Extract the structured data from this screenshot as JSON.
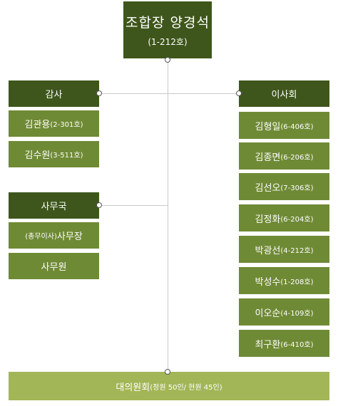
{
  "top": {
    "name": "조합장 양경석",
    "room": "(1-212호)"
  },
  "audit": {
    "header": "감사",
    "members": [
      {
        "name": "김관용",
        "room": "(2-301호)"
      },
      {
        "name": "김수원",
        "room": "(3-511호)"
      }
    ]
  },
  "office": {
    "header": "사무국",
    "director_prefix": "(총무이사)",
    "director_title": "사무장",
    "staff": "사무원"
  },
  "board": {
    "header": "이사회",
    "members": [
      {
        "name": "김형일",
        "room": "(6-406호)"
      },
      {
        "name": "김종면",
        "room": "(6-206호)"
      },
      {
        "name": "김선오",
        "room": "(7-306호)"
      },
      {
        "name": "김정화",
        "room": "(6-204호)"
      },
      {
        "name": "박광선",
        "room": "(4-212호)"
      },
      {
        "name": "박성수",
        "room": "(1-208호)"
      },
      {
        "name": "이오순",
        "room": "(4-109호)"
      },
      {
        "name": "최구환",
        "room": "(6-410호)"
      }
    ]
  },
  "assembly": {
    "name": "대의원회",
    "detail": "(정원 50인/ 현원 45인)"
  },
  "colors": {
    "dark": "#3e561b",
    "mid": "#6f8a35",
    "light": "#a2b657",
    "line": "#c9c9c9"
  }
}
